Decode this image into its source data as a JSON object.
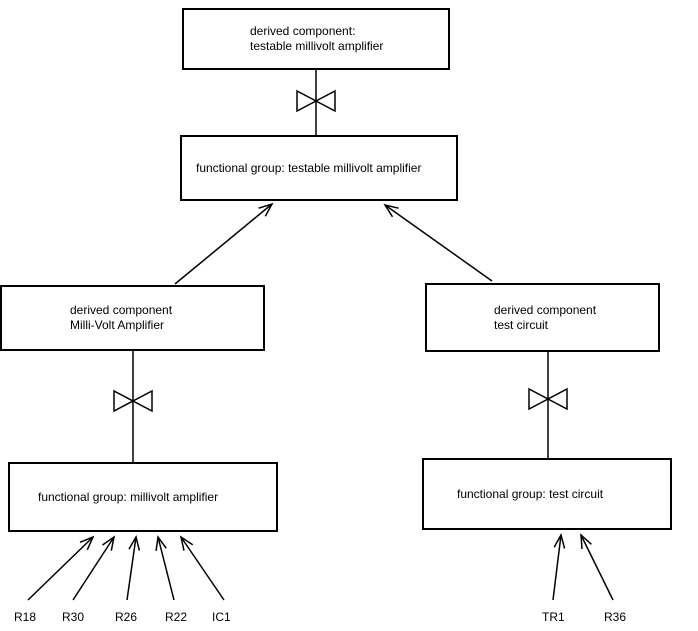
{
  "diagram": {
    "top_derived": {
      "line1": "derived component:",
      "line2": "testable millivolt amplifier"
    },
    "top_functional": {
      "label": "functional group: testable millivolt amplifier"
    },
    "left_derived": {
      "line1": "derived component",
      "line2": "Milli-Volt Amplifier"
    },
    "left_functional": {
      "label": "functional group: millivolt amplifier"
    },
    "right_derived": {
      "line1": "derived component",
      "line2": "test circuit"
    },
    "right_functional": {
      "label": "functional group: test circuit"
    },
    "left_components": [
      "R18",
      "R30",
      "R26",
      "R22",
      "IC1"
    ],
    "right_components": [
      "TR1",
      "R36"
    ],
    "colors": {
      "line": "#000000",
      "background": "#ffffff",
      "text": "#000000"
    }
  }
}
